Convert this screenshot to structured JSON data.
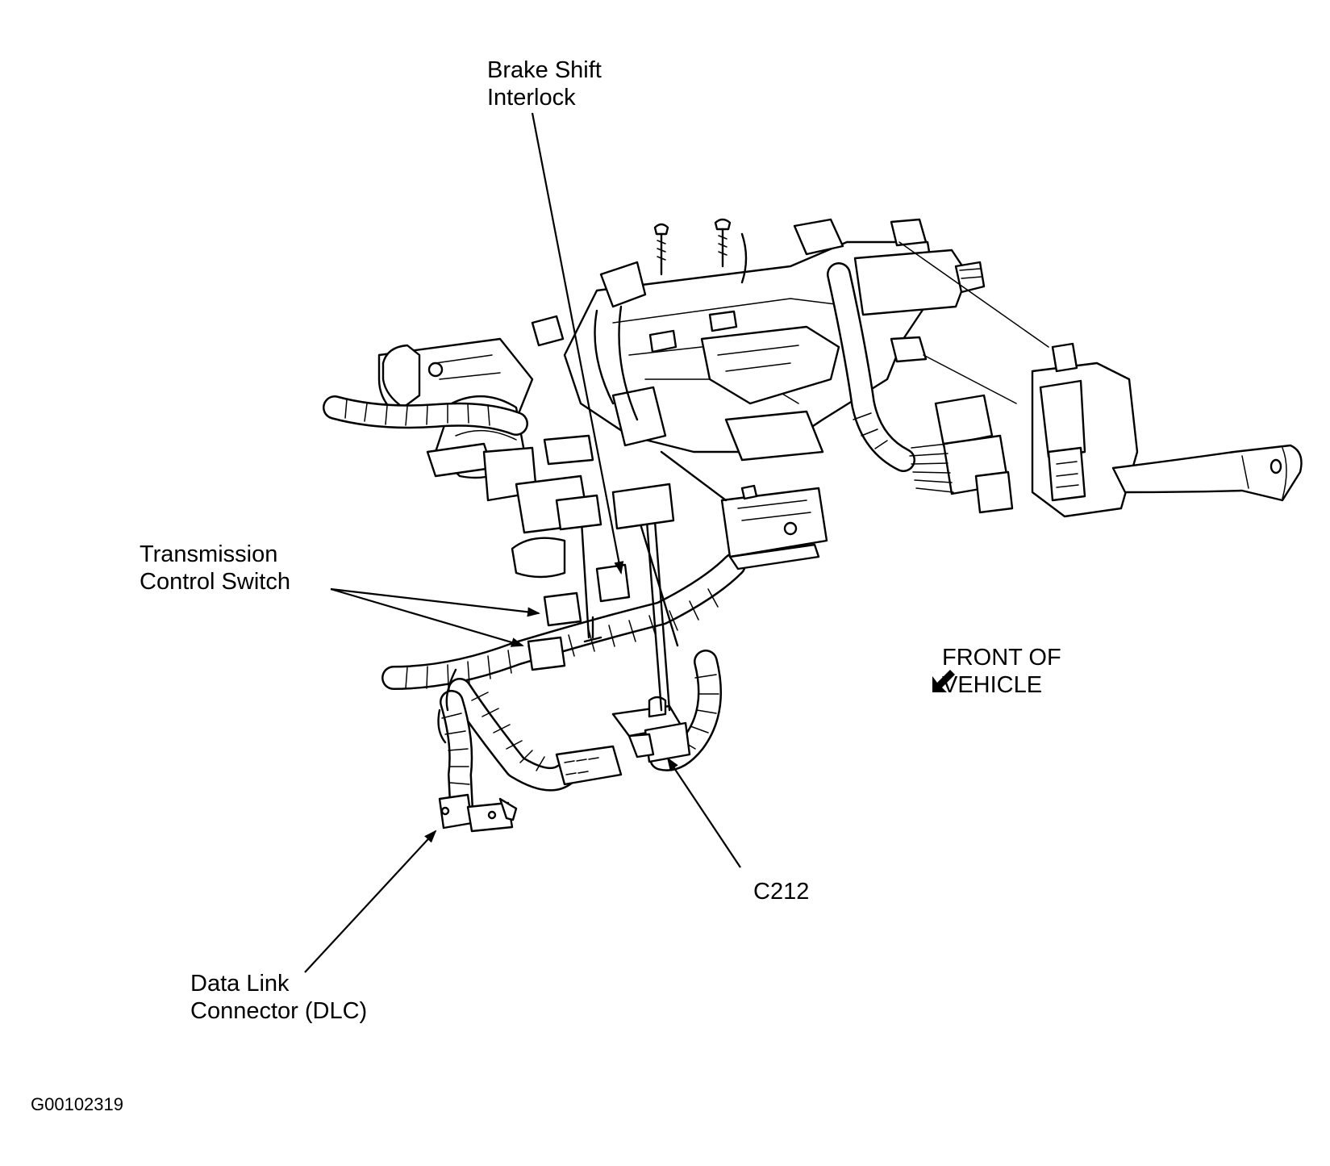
{
  "labels": {
    "brake_shift_interlock": [
      "Brake Shift",
      "Interlock"
    ],
    "transmission_control_switch": [
      "Transmission",
      "Control Switch"
    ],
    "front_of_vehicle": [
      "FRONT OF",
      "VEHICLE"
    ],
    "c212": "C212",
    "data_link_connector": [
      "Data Link",
      "Connector (DLC)"
    ]
  },
  "figure_id": "G00102319"
}
